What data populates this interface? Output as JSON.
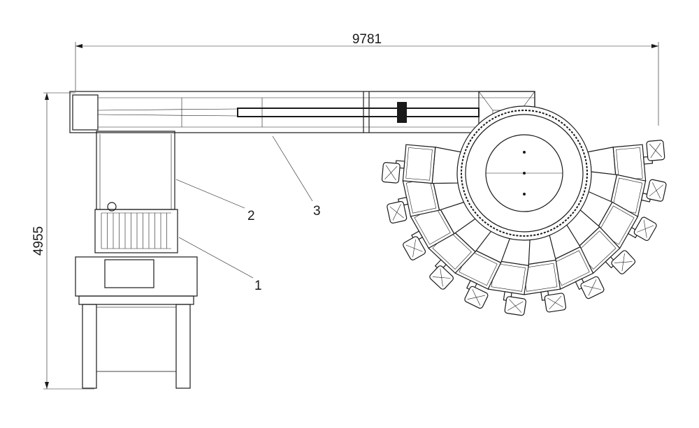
{
  "dimensions": {
    "overall_length": "9781",
    "overall_width": "4955"
  },
  "callouts": [
    {
      "number": "1"
    },
    {
      "number": "2"
    },
    {
      "number": "3"
    }
  ],
  "weigher": {
    "head_count": 12
  },
  "colors": {
    "line": "#1a1a1a",
    "background": "#ffffff"
  }
}
